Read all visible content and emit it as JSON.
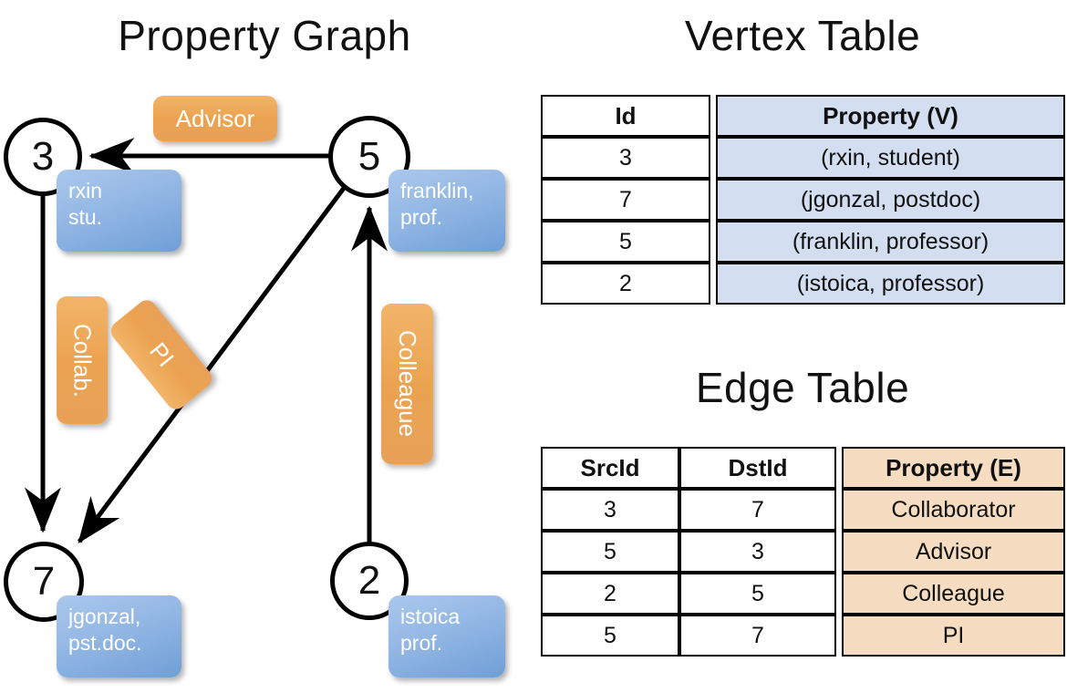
{
  "titles": {
    "property_graph": "Property Graph",
    "vertex_table": "Vertex Table",
    "edge_table": "Edge Table"
  },
  "graph": {
    "nodes": [
      {
        "id": "3",
        "property": "rxin\nstu."
      },
      {
        "id": "5",
        "property": "franklin,\nprof."
      },
      {
        "id": "7",
        "property": "jgonzal,\npst.doc."
      },
      {
        "id": "2",
        "property": "istoica\nprof."
      }
    ],
    "edge_labels": {
      "advisor": "Advisor",
      "collab": "Collab.",
      "pi": "PI",
      "colleague": "Colleague"
    }
  },
  "vertex_table": {
    "headers": [
      "Id",
      "Property (V)"
    ],
    "rows": [
      {
        "id": "3",
        "property": "(rxin, student)"
      },
      {
        "id": "7",
        "property": "(jgonzal, postdoc)"
      },
      {
        "id": "5",
        "property": "(franklin, professor)"
      },
      {
        "id": "2",
        "property": "(istoica, professor)"
      }
    ]
  },
  "edge_table": {
    "headers": [
      "SrcId",
      "DstId",
      "Property (E)"
    ],
    "rows": [
      {
        "src": "3",
        "dst": "7",
        "property": "Collaborator"
      },
      {
        "src": "5",
        "dst": "3",
        "property": "Advisor"
      },
      {
        "src": "2",
        "dst": "5",
        "property": "Colleague"
      },
      {
        "src": "5",
        "dst": "7",
        "property": "PI"
      }
    ]
  },
  "colors": {
    "vertex_fill": "#d3dff1",
    "edge_fill": "#f6ddc1",
    "node_box": "#8fb5e2",
    "edge_badge": "#eba351",
    "stroke": "#000000"
  }
}
